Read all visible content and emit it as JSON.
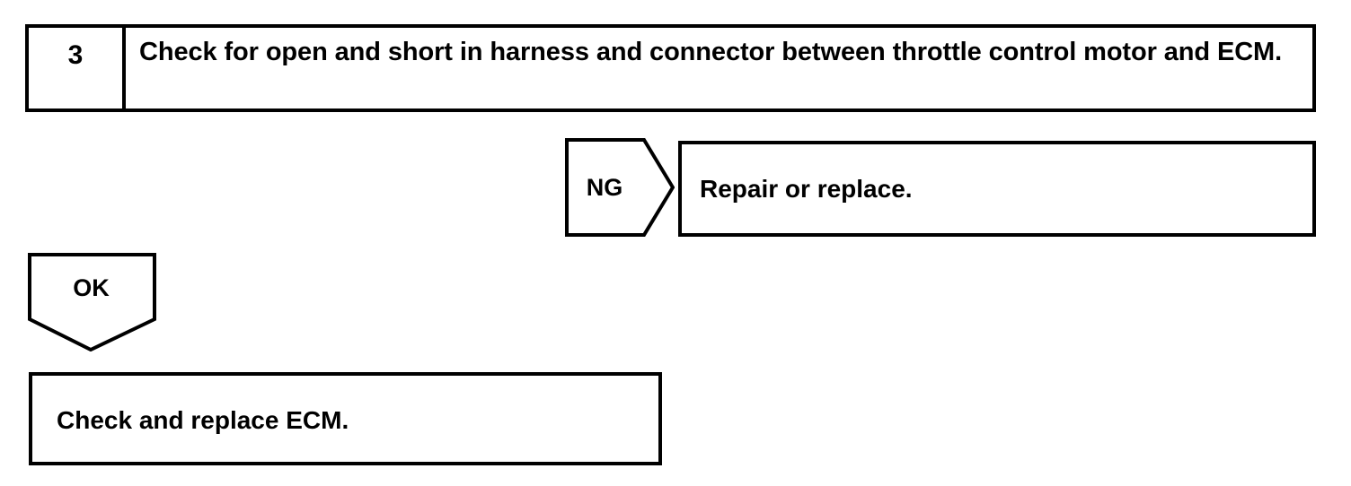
{
  "diagram": {
    "type": "diagnostic-flowchart",
    "colors": {
      "line": "#000000",
      "background": "#ffffff",
      "text": "#000000"
    },
    "step": {
      "number": "3",
      "instruction": "Check for open and short in harness and connector between throttle control motor and ECM."
    },
    "branches": {
      "ng": {
        "label": "NG",
        "result_text": "Repair or replace."
      },
      "ok": {
        "label": "OK",
        "result_text": "Check and replace ECM."
      }
    }
  }
}
